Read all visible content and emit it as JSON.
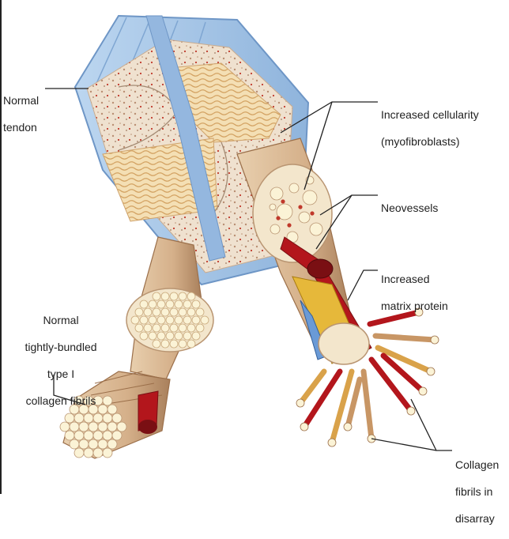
{
  "labels": {
    "normal_tendon": [
      "Normal",
      "tendon"
    ],
    "increased_cellularity": [
      "Increased cellularity",
      "(myofibroblasts)"
    ],
    "neovessels": [
      "Neovessels"
    ],
    "increased_matrix": [
      "Increased",
      "matrix protein"
    ],
    "normal_fibrils": [
      "Normal",
      "tightly-bundled",
      "type I",
      "collagen fibrils"
    ],
    "collagen_disarray": [
      "Collagen",
      "fibrils in",
      "disarray"
    ]
  },
  "colors": {
    "sheath": "#a9c9ea",
    "sheath_edge": "#6e96c6",
    "cross_section": "#efe2cd",
    "fiber_tan": "#d9b894",
    "fiber_shadow": "#9b6f4a",
    "fibril_end": "#fbf3d6",
    "vessel_red": "#b3161c",
    "wavy_collagen": "#e9c68a",
    "fibroblast_dot": "#c0392b"
  }
}
